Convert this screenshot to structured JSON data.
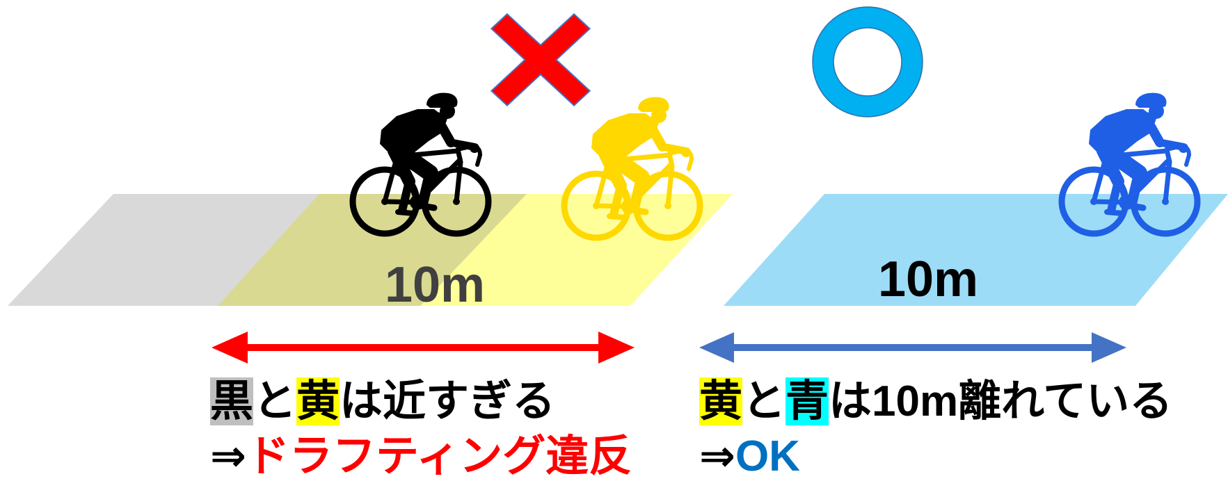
{
  "colors": {
    "zone_gray": "#808080",
    "zone_yellow": "#ffff99",
    "zone_blue": "#9ddcf6",
    "cyclist_black": "#000000",
    "cyclist_yellow": "#ffd800",
    "cyclist_blue": "#1f5fe5",
    "cross_red": "#ff0000",
    "cross_outline": "#4472c4",
    "circle_blue": "#00b0f0",
    "arrow_red": "#ff0000",
    "arrow_blue": "#4472c4",
    "distance_label_left": "#404040",
    "distance_label_right": "#000000",
    "highlight_gray": "#bfbfbf",
    "highlight_yellow": "#ffff00",
    "highlight_cyan": "#00ffff",
    "violation_red": "#ff0000",
    "ok_blue": "#0070c0"
  },
  "left_scene": {
    "verdict_icon": "cross-icon",
    "distance_label": "10m",
    "caption": {
      "line1": {
        "word_black": "黒",
        "connector": "と",
        "word_yellow": "黄",
        "rest": "は近すぎる"
      },
      "line2": {
        "arrow": "⇒",
        "result": "ドラフティング違反"
      }
    }
  },
  "right_scene": {
    "verdict_icon": "circle-icon",
    "distance_label": "10m",
    "caption": {
      "line1": {
        "word_yellow": "黄",
        "connector": "と",
        "word_blue": "青",
        "rest": "は10m離れている"
      },
      "line2": {
        "arrow": "⇒",
        "result": "OK"
      }
    }
  }
}
